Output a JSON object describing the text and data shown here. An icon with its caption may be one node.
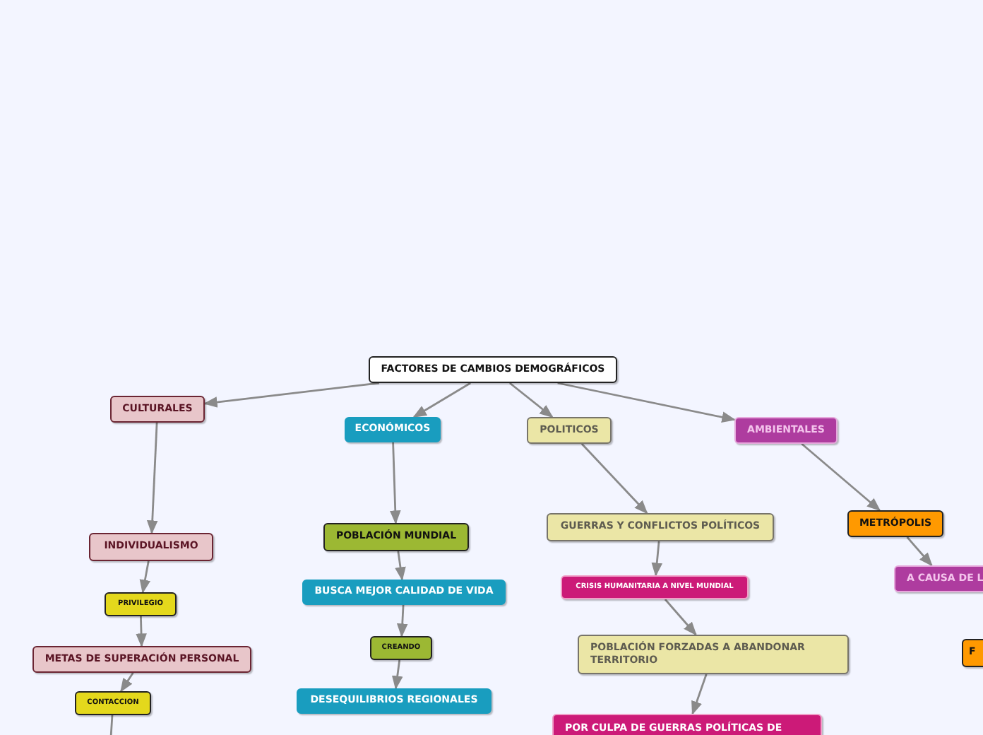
{
  "diagram": {
    "nodes": [
      {
        "text": [
          "FACTORES DE CAMBIOS DEMOGRÁFICOS"
        ]
      },
      {
        "text": [
          "CULTURALES"
        ]
      },
      {
        "text": [
          "ECONÓMICOS"
        ]
      },
      {
        "text": [
          "POLITICOS"
        ]
      },
      {
        "text": [
          "AMBIENTALES"
        ]
      },
      {
        "text": [
          "INDIVIDUALISMO"
        ]
      },
      {
        "text": [
          "POBLACIÓN MUNDIAL"
        ]
      },
      {
        "text": [
          "GUERRAS Y CONFLICTOS POLÍTICOS"
        ]
      },
      {
        "text": [
          "METRÓPOLIS"
        ]
      },
      {
        "text": [
          "A CAUSA DE L"
        ]
      },
      {
        "text": [
          "PRIVILEGIO"
        ]
      },
      {
        "text": [
          "BUSCA MEJOR CALIDAD DE VIDA"
        ]
      },
      {
        "text": [
          "CRISIS HUMANITARIA A NIVEL MUNDIAL"
        ]
      },
      {
        "text": [
          "CREANDO"
        ]
      },
      {
        "text": [
          "METAS DE SUPERACIÓN PERSONAL"
        ]
      },
      {
        "text": [
          "POBLACIÓN FORZADAS A ABANDONAR TERRITORIO"
        ]
      },
      {
        "text": [
          "F"
        ]
      },
      {
        "text": [
          "CONTACCION"
        ]
      },
      {
        "text": [
          "DESEQUILIBRIOS REGIONALES"
        ]
      },
      {
        "text": [
          "POR CULPA DE GUERRAS POLÍTICAS DE"
        ]
      }
    ],
    "edges": [
      {
        "from": 0,
        "to": 1,
        "arrow": "to"
      },
      {
        "from": 0,
        "to": 2,
        "arrow": "to"
      },
      {
        "from": 0,
        "to": 3,
        "arrow": "to"
      },
      {
        "from": 0,
        "to": 4,
        "arrow": "to"
      },
      {
        "from": 1,
        "to": 5,
        "arrow": "to"
      },
      {
        "from": 5,
        "to": 10,
        "arrow": "to"
      },
      {
        "from": 10,
        "to": 14,
        "arrow": "to"
      },
      {
        "from": 14,
        "to": 17,
        "arrow": "to"
      },
      {
        "from": 17,
        "to": null,
        "arrow": "none"
      },
      {
        "from": 2,
        "to": 6,
        "arrow": "to"
      },
      {
        "from": 6,
        "to": 11,
        "arrow": "to"
      },
      {
        "from": 11,
        "to": 13,
        "arrow": "to"
      },
      {
        "from": 13,
        "to": 18,
        "arrow": "to"
      },
      {
        "from": 3,
        "to": 7,
        "arrow": "to"
      },
      {
        "from": 7,
        "to": 12,
        "arrow": "to"
      },
      {
        "from": 12,
        "to": 15,
        "arrow": "to"
      },
      {
        "from": 15,
        "to": 19,
        "arrow": "to"
      },
      {
        "from": 4,
        "to": 8,
        "arrow": "to"
      },
      {
        "from": 8,
        "to": 9,
        "arrow": "to"
      }
    ]
  }
}
